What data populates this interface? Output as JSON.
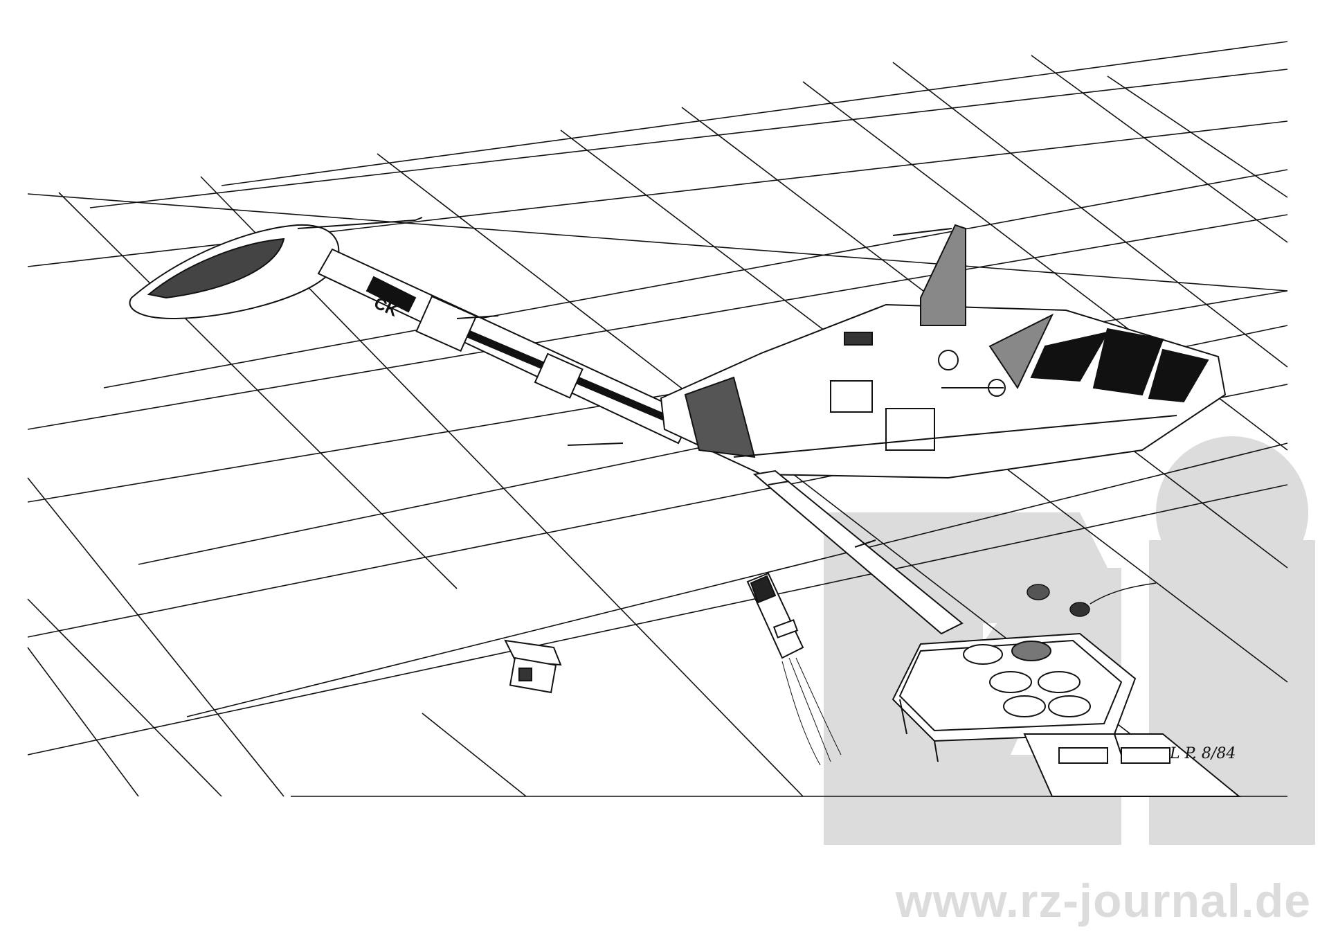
{
  "watermark": {
    "logo_text": "rz",
    "url": "www.rz-journal.de",
    "color": "#dcdcdc"
  },
  "signature": {
    "text": "L P. 8/84"
  },
  "ship": {
    "hull_lettering": "CK"
  },
  "colors": {
    "ink": "#111111",
    "paper": "#ffffff",
    "watermark": "#dcdcdc"
  }
}
